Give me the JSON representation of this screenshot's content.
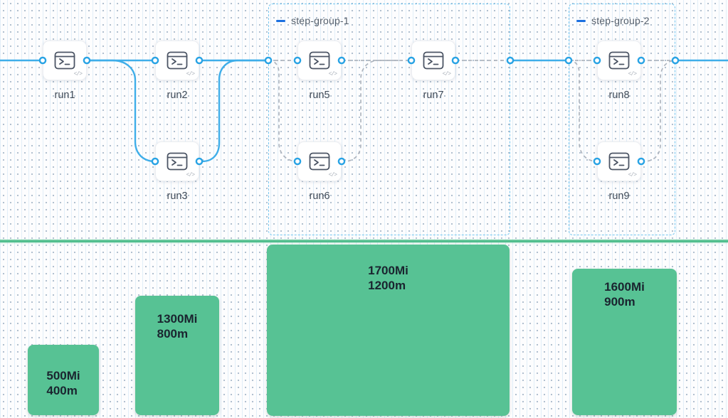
{
  "canvas": {
    "background": "#FDFDFE",
    "grid_dot_color": "#A9BACB",
    "edge_color_active": "#3FAEE9",
    "edge_color_pending": "#AEB5BF",
    "port_color": "#29A3E4",
    "group_border_color": "#74C6F0",
    "group_dash_icon_color": "#1C70E0",
    "divider_color": "#4FBD8D",
    "bar_color": "#57C294"
  },
  "workflow": {
    "code_badge_label": "</>",
    "nodes": [
      {
        "id": "run1",
        "label": "run1",
        "icon": "terminal-icon"
      },
      {
        "id": "run2",
        "label": "run2",
        "icon": "terminal-icon"
      },
      {
        "id": "run3",
        "label": "run3",
        "icon": "terminal-icon"
      },
      {
        "id": "run5",
        "label": "run5",
        "icon": "terminal-icon"
      },
      {
        "id": "run6",
        "label": "run6",
        "icon": "terminal-icon"
      },
      {
        "id": "run7",
        "label": "run7",
        "icon": "terminal-icon"
      },
      {
        "id": "run8",
        "label": "run8",
        "icon": "terminal-icon"
      },
      {
        "id": "run9",
        "label": "run9",
        "icon": "terminal-icon"
      }
    ],
    "groups": [
      {
        "id": "step-group-1",
        "label": "step-group-1",
        "icon": "minus-icon"
      },
      {
        "id": "step-group-2",
        "label": "step-group-2",
        "icon": "minus-icon"
      }
    ],
    "edges": [
      {
        "from": "canvas-left",
        "to": "run1",
        "style": "solid"
      },
      {
        "from": "run1",
        "to": "run2",
        "style": "solid"
      },
      {
        "from": "run1",
        "to": "run3",
        "style": "solid"
      },
      {
        "from": "run2",
        "to": "step-group-1",
        "style": "solid"
      },
      {
        "from": "run3",
        "to": "step-group-1",
        "style": "solid"
      },
      {
        "from": "step-group-1",
        "to": "run5",
        "style": "dashed"
      },
      {
        "from": "step-group-1",
        "to": "run6",
        "style": "dashed"
      },
      {
        "from": "run5",
        "to": "run7",
        "style": "dashed"
      },
      {
        "from": "run6",
        "to": "run7",
        "style": "dashed"
      },
      {
        "from": "run7",
        "to": "step-group-1-exit",
        "style": "dashed"
      },
      {
        "from": "step-group-1",
        "to": "step-group-2",
        "style": "solid"
      },
      {
        "from": "step-group-2",
        "to": "run8",
        "style": "dashed"
      },
      {
        "from": "step-group-2",
        "to": "run9",
        "style": "dashed"
      },
      {
        "from": "run8",
        "to": "step-group-2-exit",
        "style": "dashed"
      },
      {
        "from": "run9",
        "to": "step-group-2-exit",
        "style": "dashed"
      },
      {
        "from": "step-group-2",
        "to": "canvas-right",
        "style": "solid"
      }
    ]
  },
  "resources": {
    "bars": [
      {
        "memory": "500Mi",
        "cpu": "400m"
      },
      {
        "memory": "1300Mi",
        "cpu": "800m"
      },
      {
        "memory": "1700Mi",
        "cpu": "1200m"
      },
      {
        "memory": "1600Mi",
        "cpu": "900m"
      }
    ]
  },
  "chart_data": {
    "type": "bar",
    "title": "",
    "orientation": "vertical",
    "value_labels": "inside-top",
    "bar_color": "#57C294",
    "bars": [
      {
        "label": "500Mi 400m",
        "memory_Mi": 500,
        "cpu_m": 400
      },
      {
        "label": "1300Mi 800m",
        "memory_Mi": 1300,
        "cpu_m": 800
      },
      {
        "label": "1700Mi 1200m",
        "memory_Mi": 1700,
        "cpu_m": 1200
      },
      {
        "label": "1600Mi 900m",
        "memory_Mi": 1600,
        "cpu_m": 900
      }
    ],
    "series": [
      {
        "name": "memory",
        "unit": "Mi",
        "values": [
          500,
          1300,
          1700,
          1600
        ]
      },
      {
        "name": "cpu",
        "unit": "m",
        "values": [
          400,
          800,
          1200,
          900
        ]
      }
    ]
  }
}
